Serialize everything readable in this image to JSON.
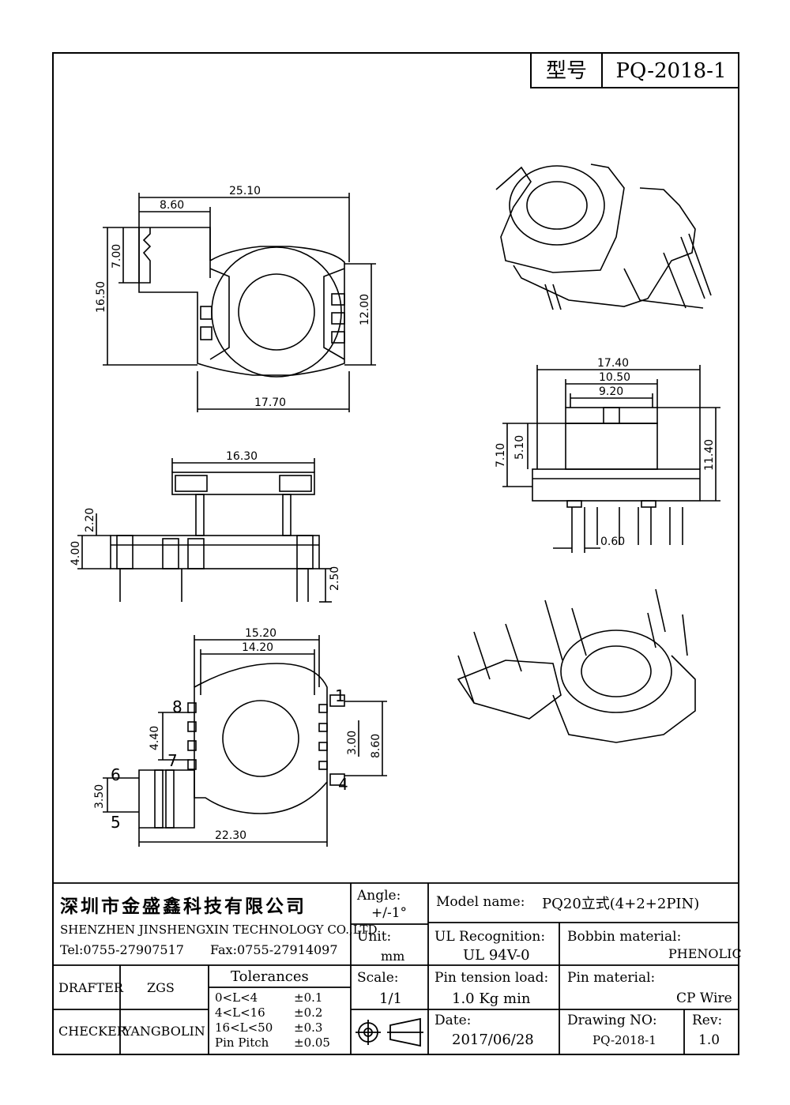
{
  "header": {
    "type_label": "型号",
    "type_value": "PQ-2018-1"
  },
  "dimensions": {
    "A": "25.10",
    "B": "8.60",
    "C": "7.00",
    "D": "16.50",
    "E": "17.70",
    "F": "12.00",
    "G": "16.30",
    "H": "4.00",
    "I": "2.20",
    "J": "2.50",
    "K": "17.40",
    "L": "10.50",
    "M": "9.20",
    "N": "7.10",
    "O": "5.10",
    "P": "11.40",
    "Q": "0.60",
    "R": "15.20",
    "S": "14.20",
    "T": "4.40",
    "U": "3.50",
    "V": "22.30",
    "W": "3.00",
    "X": "8.60"
  },
  "pin_numbers": [
    "1",
    "4",
    "5",
    "6",
    "7",
    "8"
  ],
  "title_block": {
    "company_cn": "深圳市金盛鑫科技有限公司",
    "company_en": "SHENZHEN JINSHENGXIN TECHNOLOGY CO.,LTD",
    "tel": "Tel:0755-27907517",
    "fax": "Fax:0755-27914097",
    "drafter_label": "DRAFTER",
    "drafter_value": "ZGS",
    "checker_label": "CHECKER",
    "checker_value": "YANGBOLIN",
    "tolerances_title": "Tolerances",
    "tolerances": [
      {
        "range": "0<L<4",
        "value": "±0.1"
      },
      {
        "range": "4<L<16",
        "value": "±0.2"
      },
      {
        "range": "16<L<50",
        "value": "±0.3"
      },
      {
        "range": "Pin Pitch",
        "value": "±0.05"
      }
    ],
    "angle_label": "Angle:",
    "angle_value": "+/-1°",
    "unit_label": "Unit:",
    "unit_value": "mm",
    "scale_label": "Scale:",
    "scale_value": "1/1",
    "model_label": "Model name:",
    "model_value": "PQ20立式(4+2+2PIN)",
    "ul_label": "UL Recognition:",
    "ul_value": "UL 94V-0",
    "bobbin_label": "Bobbin material:",
    "bobbin_value": "PHENOLIC",
    "pin_tension_label": "Pin tension load:",
    "pin_tension_value": "1.0 Kg min",
    "pin_material_label": "Pin material:",
    "pin_material_value": "CP Wire",
    "date_label": "Date:",
    "date_value": "2017/06/28",
    "drawing_no_label": "Drawing NO:",
    "drawing_no_value": "PQ-2018-1",
    "rev_label": "Rev:",
    "rev_value": "1.0"
  }
}
